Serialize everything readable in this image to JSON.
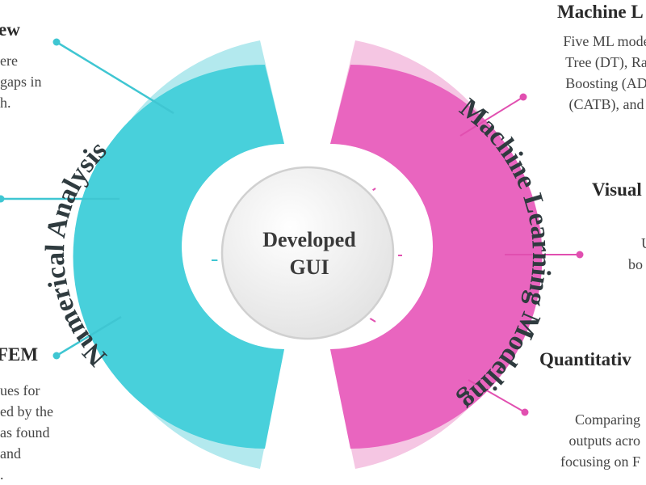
{
  "center_label": [
    "Developed",
    "GUI"
  ],
  "left_arc_label": "Numerical Analysis",
  "right_arc_label": "Machine Learning Modeling",
  "left_items": [
    {
      "heading": "ew",
      "lines": [
        "ere",
        "gaps in",
        "h."
      ]
    },
    {
      "heading": "",
      "lines": []
    },
    {
      "heading": "FEM",
      "lines": [
        "ues for",
        "ed by the",
        "as found",
        "and",
        "."
      ]
    }
  ],
  "right_items": [
    {
      "heading": "Machine L",
      "lines": [
        "Five ML mode",
        "Tree (DT), Ra",
        "Boosting (AD",
        "(CATB), and"
      ]
    },
    {
      "heading": "Visual",
      "lines": [
        "U",
        "bo"
      ]
    },
    {
      "heading": "Quantitativ",
      "lines": [
        "Comparing",
        "outputs acro",
        "focusing on F"
      ]
    }
  ],
  "colors": {
    "teal_outer": "#b3e9ee",
    "teal_inner": "#48d0db",
    "teal_line": "#3fc6d2",
    "pink_outer": "#f5c6e3",
    "pink_inner": "#e965bf",
    "pink_line": "#e14fb0",
    "center_fill": "#eeeeee",
    "label_dark": "#2f3b3f"
  }
}
